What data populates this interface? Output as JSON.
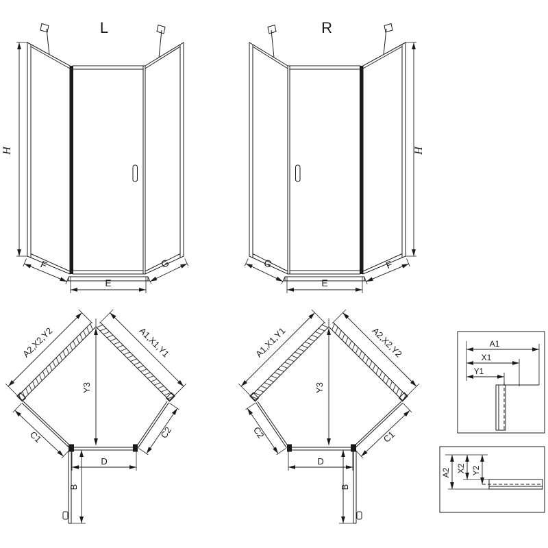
{
  "front_left": {
    "title": "L",
    "h": "H",
    "f": "F",
    "e": "E",
    "g": "G"
  },
  "front_right": {
    "title": "R",
    "h": "H",
    "g": "G",
    "e": "E",
    "f": "F"
  },
  "plan_left": {
    "upper_left": "A2,X2,Y2",
    "upper_right": "A1,X1,Y1",
    "center": "Y3",
    "lower_left": "C1",
    "lower_right": "C2",
    "door": "D",
    "depth": "B"
  },
  "plan_right": {
    "upper_left": "A1,X1,Y1",
    "upper_right": "A2,X2,Y2",
    "center": "Y3",
    "lower_left": "C2",
    "lower_right": "C1",
    "door": "D",
    "depth": "B"
  },
  "detail_top": {
    "a": "A1",
    "x": "X1",
    "y": "Y1"
  },
  "detail_bottom": {
    "a": "A2",
    "x": "X2",
    "y": "Y2"
  },
  "colors": {
    "line": "#1a1a1a",
    "background": "#ffffff"
  }
}
